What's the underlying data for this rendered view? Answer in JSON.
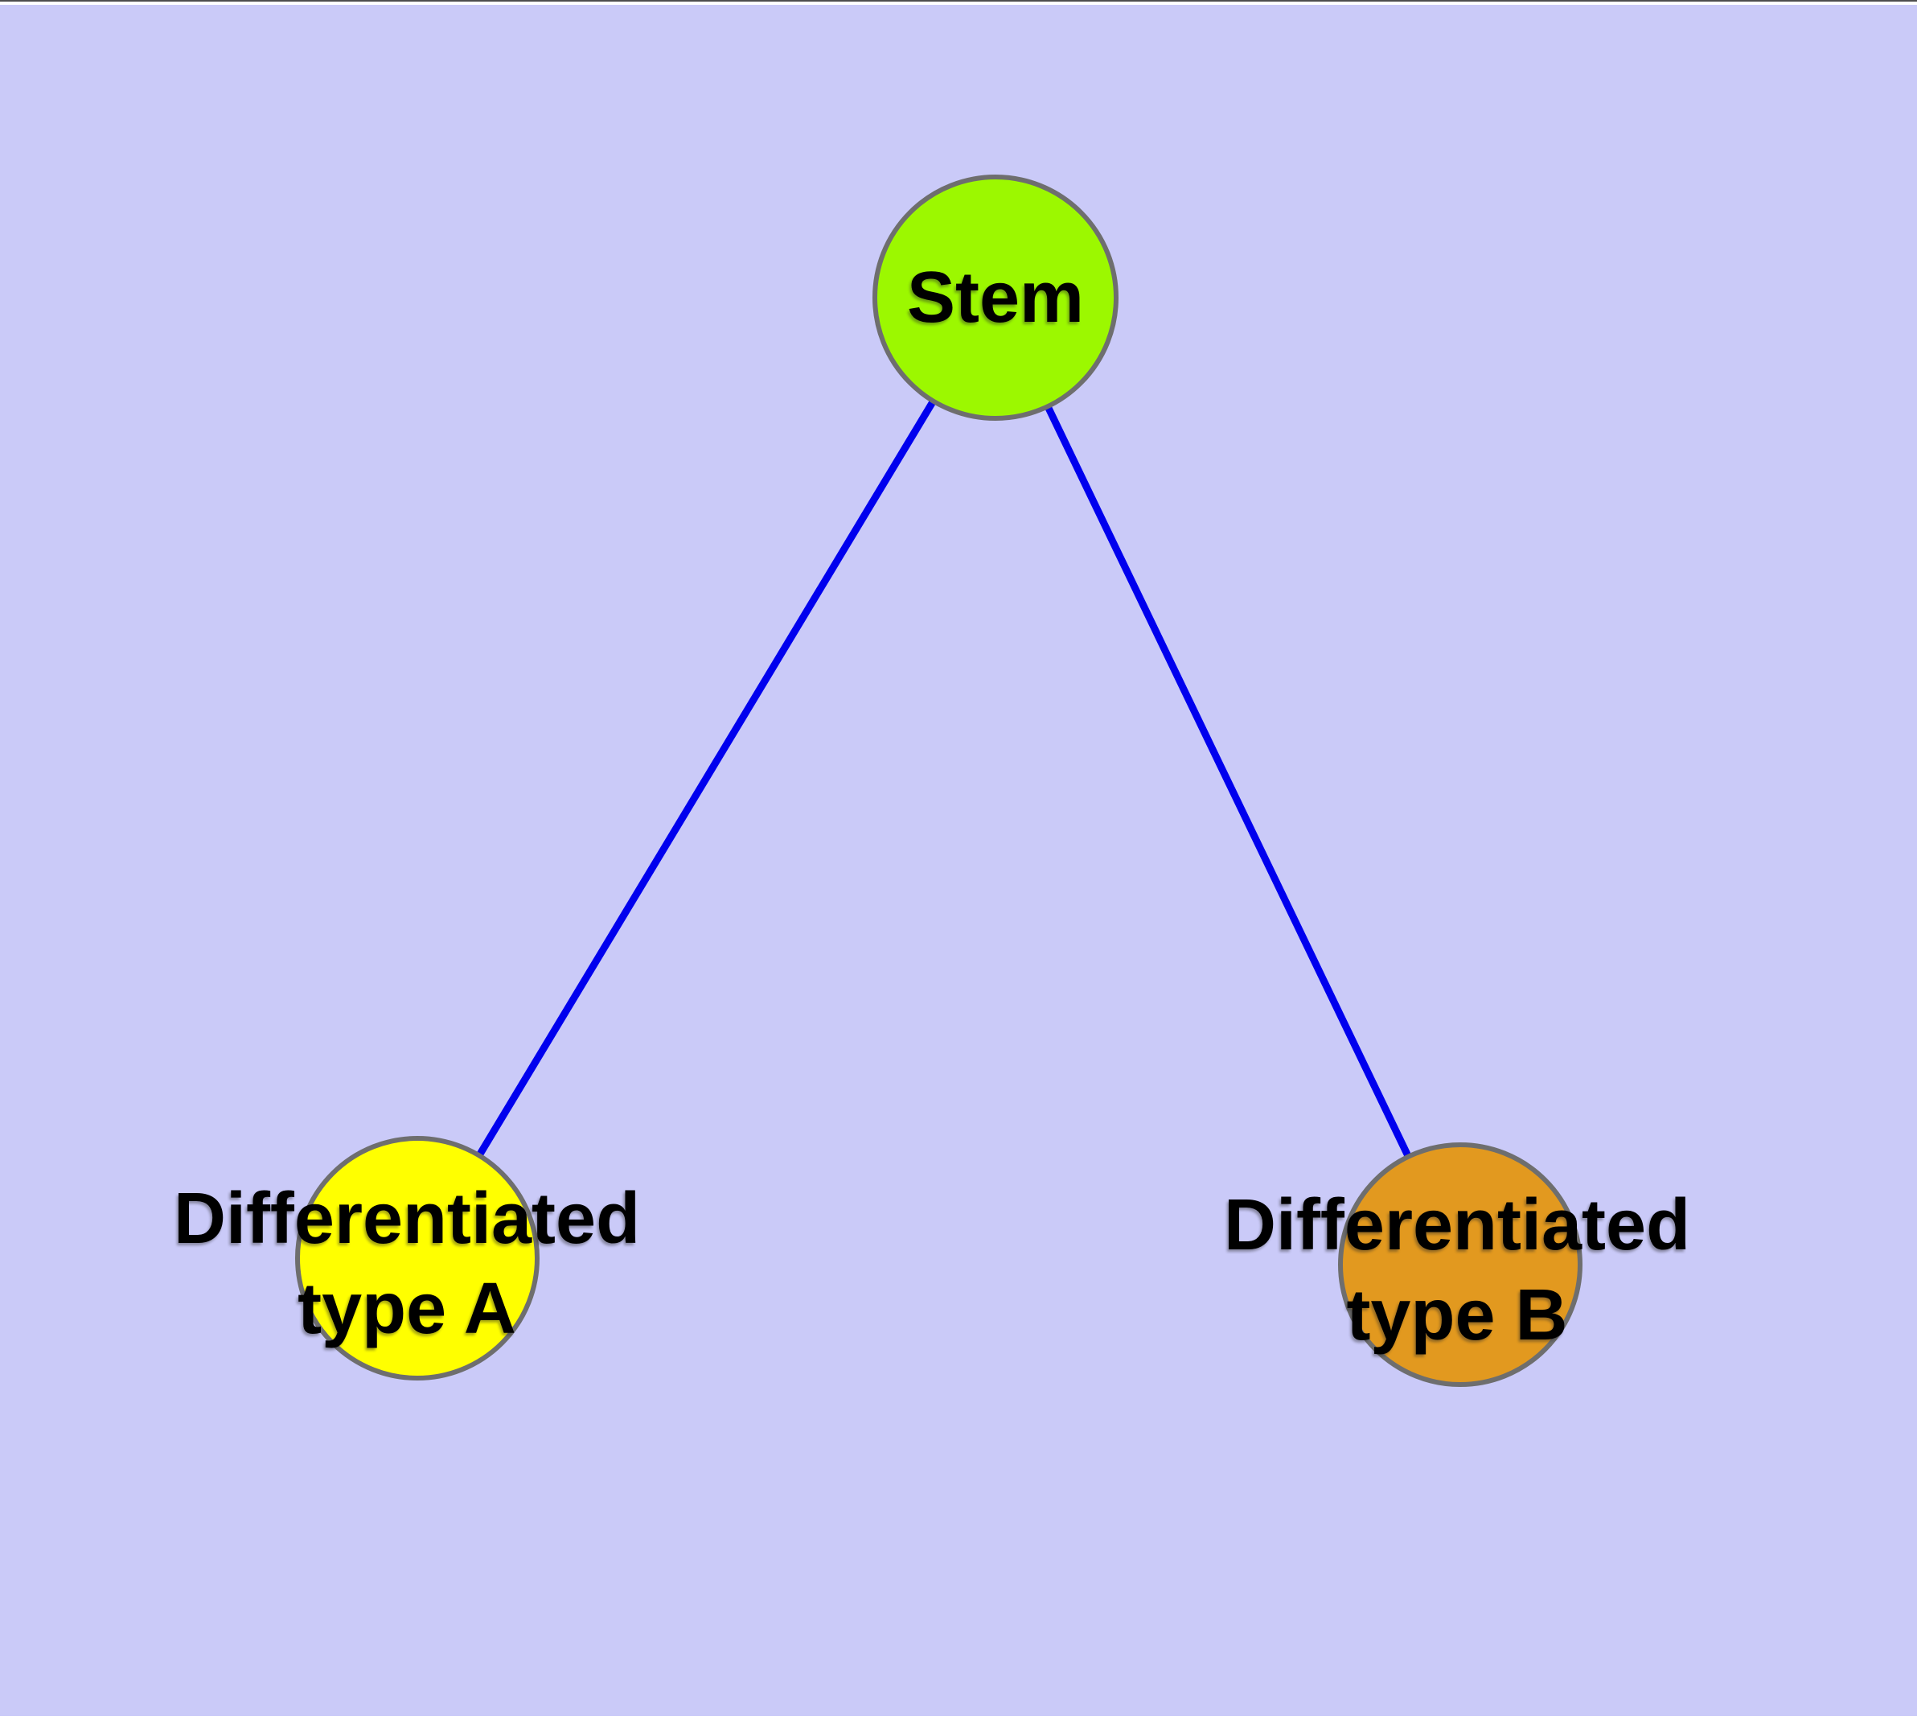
{
  "diagram": {
    "background_color": "#CACAF8",
    "node_border_color": "#6E6E6E",
    "edge_color": "#0000EE",
    "text_color": "#000000",
    "nodes": [
      {
        "id": "stem",
        "label": "Stem",
        "fill": "#9CF800"
      },
      {
        "id": "diff-a",
        "label": "Differentiated\ntype A",
        "fill": "#FFFF00"
      },
      {
        "id": "diff-b",
        "label": "Differentiated\ntype B",
        "fill": "#E2991F"
      }
    ],
    "edges": [
      {
        "from": "stem",
        "to": "diff-a"
      },
      {
        "from": "stem",
        "to": "diff-b"
      }
    ]
  }
}
